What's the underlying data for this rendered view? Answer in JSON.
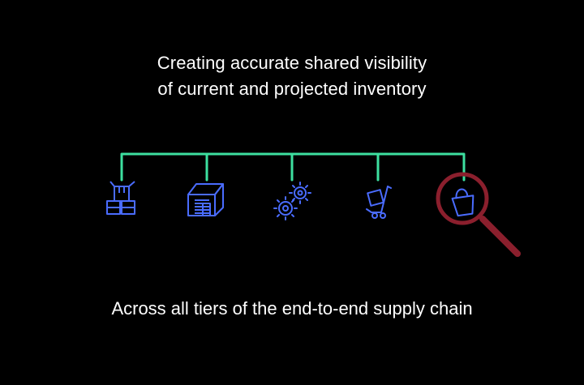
{
  "headline": {
    "line1": "Creating accurate shared visibility",
    "line2": "of current and projected inventory"
  },
  "footer": "Across all tiers of the end-to-end supply chain",
  "colors": {
    "background": "#000000",
    "text": "#ffffff",
    "connector": "#3de0a0",
    "icon_stroke": "#4a6cff",
    "magnifier": "#8b1f2d"
  },
  "icons": [
    "boxes-icon",
    "warehouse-icon",
    "gears-icon",
    "hand-truck-icon",
    "shopping-bag-icon"
  ]
}
